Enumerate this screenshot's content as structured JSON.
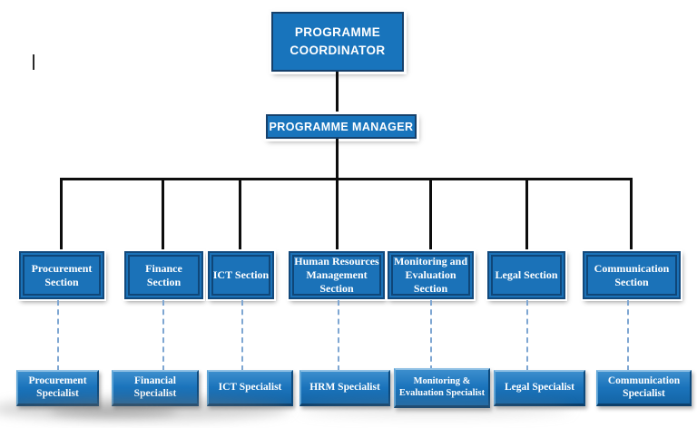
{
  "diagram": {
    "type": "org-chart",
    "nodes": {
      "coordinator": {
        "label": "PROGRAMME COORDINATOR"
      },
      "manager": {
        "label": "PROGRAMME MANAGER"
      },
      "sections": [
        {
          "label": "Procurement Section"
        },
        {
          "label": "Finance Section"
        },
        {
          "label": "ICT Section"
        },
        {
          "label": "Human Resources Management Section"
        },
        {
          "label": "Monitoring and Evaluation Section"
        },
        {
          "label": "Legal Section"
        },
        {
          "label": "Communication Section"
        }
      ],
      "specialists": [
        {
          "label": "Procurement Specialist"
        },
        {
          "label": "Financial Specialist"
        },
        {
          "label": "ICT Specialist"
        },
        {
          "label": "HRM Specialist"
        },
        {
          "label": "Monitoring & Evaluation Specialist"
        },
        {
          "label": "Legal Specialist"
        },
        {
          "label": "Communication Specialist"
        }
      ]
    },
    "edges": [
      {
        "from": "PROGRAMME COORDINATOR",
        "to": "PROGRAMME MANAGER",
        "style": "solid"
      },
      {
        "from": "PROGRAMME MANAGER",
        "to": "Procurement Section",
        "style": "solid"
      },
      {
        "from": "PROGRAMME MANAGER",
        "to": "Finance Section",
        "style": "solid"
      },
      {
        "from": "PROGRAMME MANAGER",
        "to": "ICT Section",
        "style": "solid"
      },
      {
        "from": "PROGRAMME MANAGER",
        "to": "Human Resources Management Section",
        "style": "solid"
      },
      {
        "from": "PROGRAMME MANAGER",
        "to": "Monitoring and Evaluation Section",
        "style": "solid"
      },
      {
        "from": "PROGRAMME MANAGER",
        "to": "Legal Section",
        "style": "solid"
      },
      {
        "from": "PROGRAMME MANAGER",
        "to": "Communication Section",
        "style": "solid"
      },
      {
        "from": "Procurement Section",
        "to": "Procurement Specialist",
        "style": "dashed"
      },
      {
        "from": "Finance Section",
        "to": "Financial Specialist",
        "style": "dashed"
      },
      {
        "from": "ICT Section",
        "to": "ICT Specialist",
        "style": "dashed"
      },
      {
        "from": "Human Resources Management Section",
        "to": "HRM Specialist",
        "style": "dashed"
      },
      {
        "from": "Monitoring and Evaluation Section",
        "to": "Monitoring & Evaluation Specialist",
        "style": "dashed"
      },
      {
        "from": "Legal Section",
        "to": "Legal Specialist",
        "style": "dashed"
      },
      {
        "from": "Communication Section",
        "to": "Communication Specialist",
        "style": "dashed"
      }
    ],
    "colors": {
      "box_fill": "#1b74bc",
      "box_border_dark": "#12497c",
      "box_text": "#ffffff",
      "connector_solid": "#0d0d0d",
      "connector_dashed": "#7ea6d2",
      "background": "#ffffff"
    }
  }
}
